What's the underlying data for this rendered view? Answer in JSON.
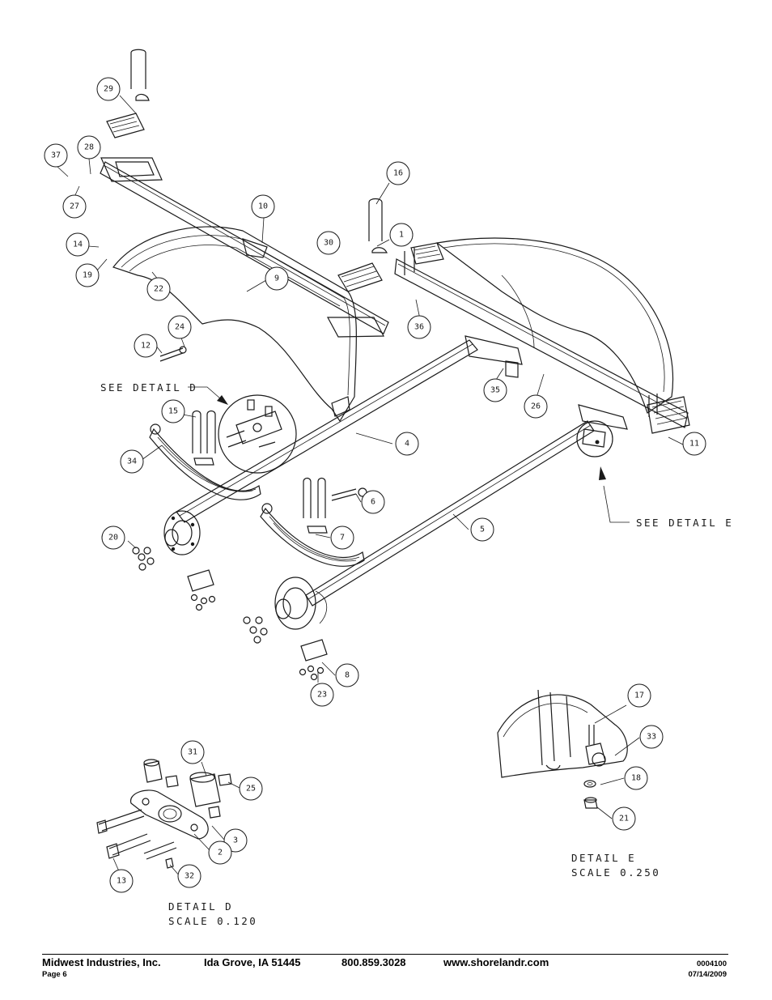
{
  "callouts": [
    {
      "id": "c29",
      "label": "29",
      "leader": [
        [
          148,
          118
        ],
        [
          168,
          140
        ]
      ]
    },
    {
      "id": "c37",
      "label": "37",
      "leader": [
        [
          70,
          205
        ],
        [
          84,
          218
        ]
      ]
    },
    {
      "id": "c28",
      "label": "28",
      "leader": [
        [
          110,
          196
        ],
        [
          112,
          215
        ]
      ]
    },
    {
      "id": "c27",
      "label": "27",
      "leader": [
        [
          92,
          243
        ],
        [
          98,
          230
        ]
      ]
    },
    {
      "id": "c16",
      "label": "16",
      "leader": [
        [
          481,
          226
        ],
        [
          465,
          252
        ]
      ]
    },
    {
      "id": "c10",
      "label": "10",
      "leader": [
        [
          326,
          269
        ],
        [
          324,
          300
        ]
      ]
    },
    {
      "id": "c30",
      "label": "30",
      "leader": [
        [
          407,
          299
        ],
        [
          420,
          305
        ]
      ]
    },
    {
      "id": "c1",
      "label": "1",
      "leader": [
        [
          481,
          296
        ],
        [
          466,
          304
        ]
      ]
    },
    {
      "id": "c14",
      "label": "14",
      "leader": [
        [
          109,
          304
        ],
        [
          122,
          305
        ]
      ]
    },
    {
      "id": "c19",
      "label": "19",
      "leader": [
        [
          120,
          334
        ],
        [
          132,
          320
        ]
      ]
    },
    {
      "id": "c22",
      "label": "22",
      "leader": [
        [
          196,
          346
        ],
        [
          188,
          336
        ]
      ]
    },
    {
      "id": "c9",
      "label": "9",
      "leader": [
        [
          329,
          346
        ],
        [
          305,
          360
        ]
      ]
    },
    {
      "id": "c36",
      "label": "36",
      "leader": [
        [
          519,
          394
        ],
        [
          514,
          370
        ]
      ]
    },
    {
      "id": "c12",
      "label": "12",
      "leader": [
        [
          192,
          426
        ],
        [
          200,
          436
        ]
      ]
    },
    {
      "id": "c24",
      "label": "24",
      "leader": [
        [
          222,
          412
        ],
        [
          228,
          428
        ]
      ]
    },
    {
      "id": "c15",
      "label": "15",
      "leader": [
        [
          226,
          512
        ],
        [
          242,
          515
        ]
      ]
    },
    {
      "id": "c35",
      "label": "35",
      "leader": [
        [
          613,
          469
        ],
        [
          622,
          455
        ]
      ]
    },
    {
      "id": "c26",
      "label": "26",
      "leader": [
        [
          662,
          494
        ],
        [
          672,
          462
        ]
      ]
    },
    {
      "id": "c34",
      "label": "34",
      "leader": [
        [
          175,
          568
        ],
        [
          200,
          550
        ]
      ]
    },
    {
      "id": "c4",
      "label": "4",
      "leader": [
        [
          485,
          548
        ],
        [
          440,
          535
        ]
      ]
    },
    {
      "id": "c11",
      "label": "11",
      "leader": [
        [
          846,
          550
        ],
        [
          826,
          540
        ]
      ]
    },
    {
      "id": "c6",
      "label": "6",
      "leader": [
        [
          446,
          620
        ],
        [
          440,
          610
        ]
      ]
    },
    {
      "id": "c7",
      "label": "7",
      "leader": [
        [
          408,
          664
        ],
        [
          390,
          660
        ]
      ]
    },
    {
      "id": "c5",
      "label": "5",
      "leader": [
        [
          579,
          654
        ],
        [
          560,
          635
        ]
      ]
    },
    {
      "id": "c20",
      "label": "20",
      "leader": [
        [
          158,
          668
        ],
        [
          168,
          677
        ]
      ]
    },
    {
      "id": "c8",
      "label": "8",
      "leader": [
        [
          414,
          834
        ],
        [
          398,
          818
        ]
      ]
    },
    {
      "id": "c23",
      "label": "23",
      "leader": [
        [
          393,
          843
        ],
        [
          393,
          830
        ]
      ]
    },
    {
      "id": "c17",
      "label": "17",
      "leader": [
        [
          774,
          871
        ],
        [
          735,
          893
        ]
      ]
    },
    {
      "id": "c33",
      "label": "33",
      "leader": [
        [
          790,
          911
        ],
        [
          760,
          933
        ]
      ]
    },
    {
      "id": "c18",
      "label": "18",
      "leader": [
        [
          771,
          961
        ],
        [
          742,
          969
        ]
      ]
    },
    {
      "id": "c21",
      "label": "21",
      "leader": [
        [
          756,
          1011
        ],
        [
          738,
          997
        ]
      ]
    },
    {
      "id": "c31",
      "label": "31",
      "leader": [
        [
          249,
          941
        ],
        [
          255,
          958
        ]
      ]
    },
    {
      "id": "c25",
      "label": "25",
      "leader": [
        [
          298,
          974
        ],
        [
          282,
          966
        ]
      ]
    },
    {
      "id": "c3",
      "label": "3",
      "leader": [
        [
          278,
          1038
        ],
        [
          262,
          1020
        ]
      ]
    },
    {
      "id": "c2",
      "label": "2",
      "leader": [
        [
          259,
          1050
        ],
        [
          240,
          1030
        ]
      ]
    },
    {
      "id": "c13",
      "label": "13",
      "leader": [
        [
          151,
          1085
        ],
        [
          140,
          1060
        ]
      ]
    },
    {
      "id": "c32",
      "label": "32",
      "leader": [
        [
          222,
          1082
        ],
        [
          210,
          1068
        ]
      ]
    }
  ],
  "notes": {
    "see_detail_d": "SEE DETAIL  D",
    "see_detail_e": "SEE DETAIL  E",
    "detail_e_title": "DETAIL  E",
    "detail_e_scale": "SCALE  0.250",
    "detail_d_title": "DETAIL  D",
    "detail_d_scale": "SCALE  0.120"
  },
  "footer": {
    "company": "Midwest Industries, Inc.",
    "city": "Ida Grove, IA  51445",
    "phone": "800.859.3028",
    "website": "www.shorelandr.com",
    "page": "Page 6",
    "doc_number": "0004100",
    "date": "07/14/2009"
  }
}
